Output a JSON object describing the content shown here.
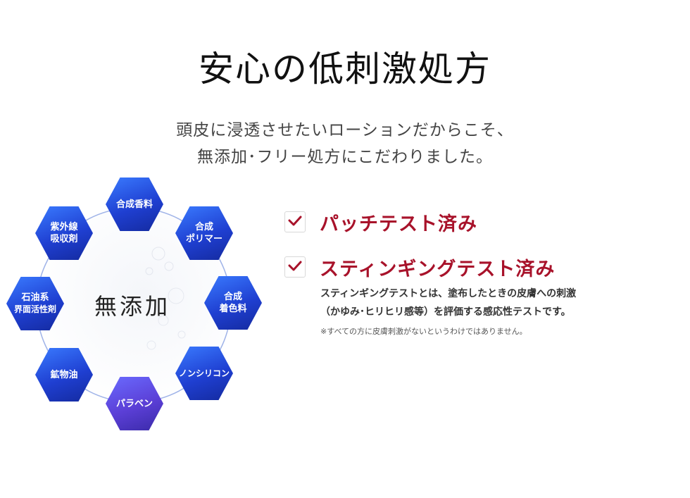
{
  "title": "安心の低刺激処方",
  "lead": {
    "line1": "頭皮に浸透させたいローションだからこそ、",
    "line2": "無添加･フリー処方にこだわりました。"
  },
  "diagram": {
    "center": "無添加",
    "items": [
      {
        "lines": [
          "合成香料"
        ]
      },
      {
        "lines": [
          "合成",
          "ポリマー"
        ]
      },
      {
        "lines": [
          "合成",
          "着色料"
        ]
      },
      {
        "lines": [
          "ノンシリコン"
        ]
      },
      {
        "lines": [
          "パラベン"
        ]
      },
      {
        "lines": [
          "鉱物油"
        ]
      },
      {
        "lines": [
          "石油系",
          "界面活性剤"
        ]
      },
      {
        "lines": [
          "紫外線",
          "吸収剤"
        ]
      }
    ]
  },
  "checks": [
    {
      "label": "パッチテスト済み"
    },
    {
      "label": "スティンギングテスト済み"
    }
  ],
  "description": {
    "line1": "スティンギングテストとは、塗布したときの皮膚への刺激",
    "line2": "（かゆみ･ヒリヒリ感等）を評価する感応性テストです。"
  },
  "note": "※すべての方に皮膚刺激がないというわけではありません。",
  "colors": {
    "accent_red": "#a8122a",
    "hex_blue": "#1f3fd1",
    "hex_purple": "#5b3fd6",
    "ring": "#9fb3e8"
  }
}
